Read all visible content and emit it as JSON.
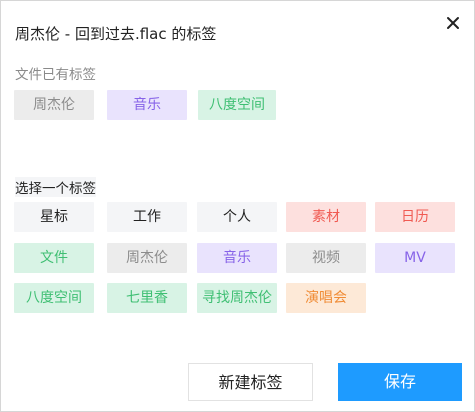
{
  "dialog": {
    "title": "周杰伦 - 回到过去.flac 的标签",
    "close_icon": "close-icon"
  },
  "existing_section": {
    "label": "文件已有标签",
    "tags": [
      {
        "label": "周杰伦",
        "bg": "#ececec",
        "fg": "#8c8c8c"
      },
      {
        "label": "音乐",
        "bg": "#e9e3fd",
        "fg": "#8763e8"
      },
      {
        "label": "八度空间",
        "bg": "#d8f3e5",
        "fg": "#3fbf73"
      }
    ]
  },
  "choose_section": {
    "label": "选择一个标签",
    "tags": [
      {
        "label": "星标",
        "bg": "#f4f5f7",
        "fg": "#222222"
      },
      {
        "label": "工作",
        "bg": "#f4f5f7",
        "fg": "#222222"
      },
      {
        "label": "个人",
        "bg": "#f4f5f7",
        "fg": "#222222"
      },
      {
        "label": "素材",
        "bg": "#fde0de",
        "fg": "#f05a52"
      },
      {
        "label": "日历",
        "bg": "#fde0de",
        "fg": "#f05a52"
      },
      {
        "label": "文件",
        "bg": "#d8f3e5",
        "fg": "#3fbf73"
      },
      {
        "label": "周杰伦",
        "bg": "#ececec",
        "fg": "#8c8c8c"
      },
      {
        "label": "音乐",
        "bg": "#e9e3fd",
        "fg": "#8763e8"
      },
      {
        "label": "视频",
        "bg": "#ececec",
        "fg": "#8c8c8c"
      },
      {
        "label": "MV",
        "bg": "#e9e3fd",
        "fg": "#8763e8"
      },
      {
        "label": "八度空间",
        "bg": "#d8f3e5",
        "fg": "#3fbf73"
      },
      {
        "label": "七里香",
        "bg": "#d8f3e5",
        "fg": "#3fbf73"
      },
      {
        "label": "寻找周杰伦",
        "bg": "#d8f3e5",
        "fg": "#3fbf73"
      },
      {
        "label": "演唱会",
        "bg": "#fde9d7",
        "fg": "#f08c36"
      }
    ]
  },
  "footer": {
    "new_tag_label": "新建标签",
    "save_label": "保存"
  }
}
